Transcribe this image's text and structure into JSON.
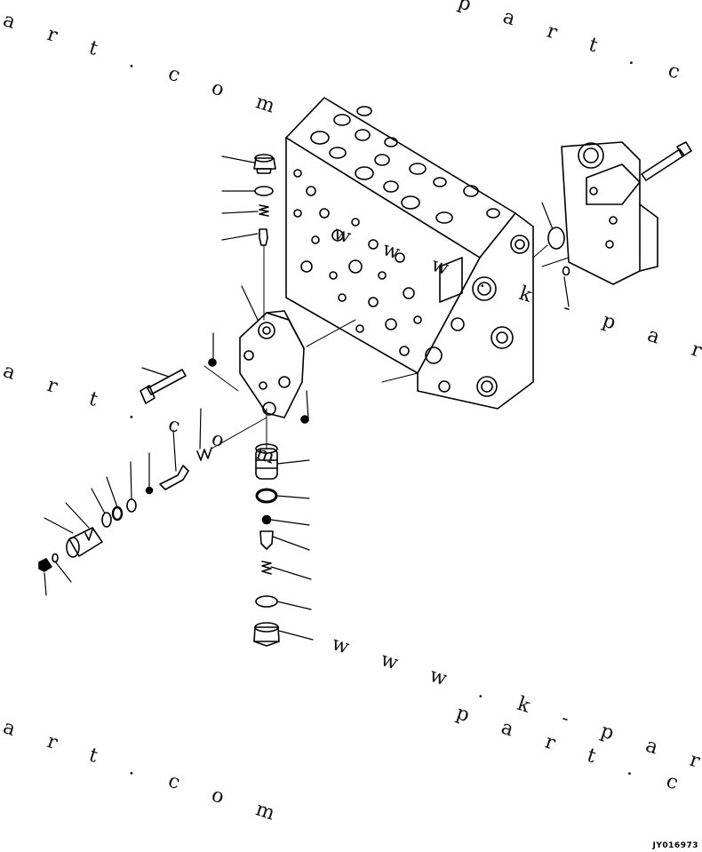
{
  "watermarks": {
    "top_left": "a r t . c o m",
    "top_right": "p a r t . c o m",
    "mid_left": "a r t . c o m",
    "mid_right_prefix": "w w w . k - p a r t . c o m",
    "bottom_url": "w w w . k - p a r t . c o m",
    "bottom_left": "a r t . c o m",
    "bottom_right": "p a r t . c o m"
  },
  "figure_code": "JY016973",
  "colors": {
    "ink": "#000000",
    "paper": "#ffffff"
  }
}
